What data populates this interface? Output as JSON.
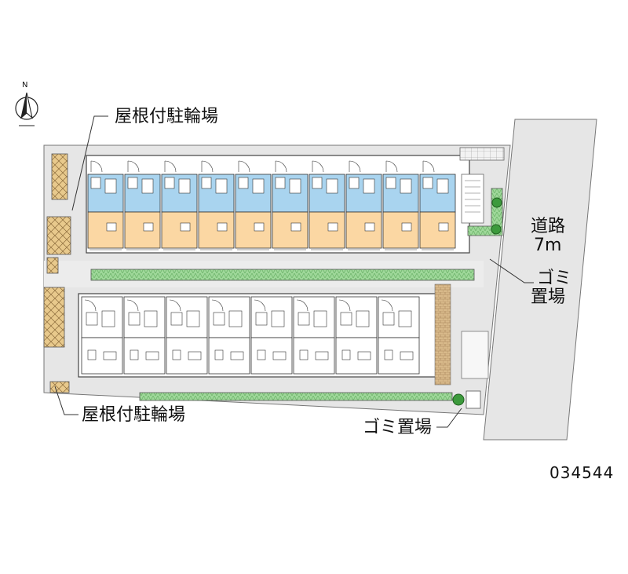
{
  "labels": {
    "covered_bike_parking_top": "屋根付駐輪場",
    "covered_bike_parking_bottom": "屋根付駐輪場",
    "road_line1": "道路",
    "road_line2": "7m",
    "garbage_right_line1": "ゴミ",
    "garbage_right_line2": "置場",
    "garbage_bottom": "ゴミ置場",
    "north_letter": "N",
    "property_code": "034544"
  },
  "building_units": {
    "upper_row_count": 10,
    "lower_row_count": 8
  },
  "colors": {
    "road": "#e6e6e6",
    "site": "#e6e6e6",
    "water_area": "#a9d4ef",
    "room_floor": "#fbd7a3",
    "green": "#8fd08f",
    "hatch": "#d9c29a",
    "line": "#333333"
  },
  "icons": [
    "north-arrow-icon"
  ]
}
